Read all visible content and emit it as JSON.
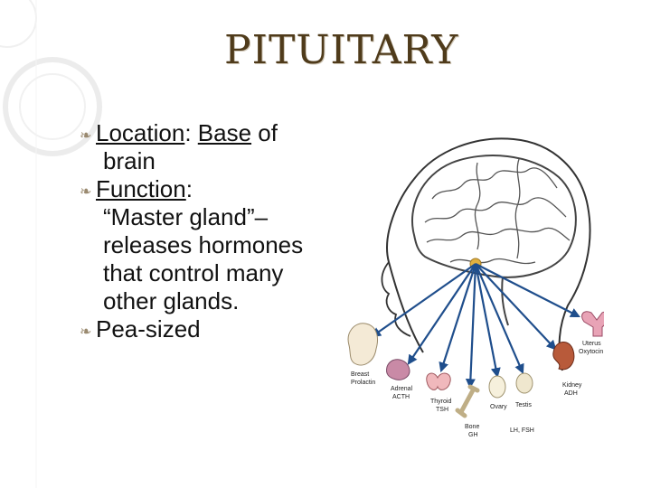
{
  "slide": {
    "title": "PITUITARY",
    "bullets": {
      "location_label": "Location",
      "location_colon": ":",
      "location_value_underlined": "Base",
      "location_value_rest": " of",
      "location_value_line2": "brain",
      "function_label": "Function",
      "function_colon": ":",
      "function_line1": "“Master gland”–",
      "function_line2": "releases hormones",
      "function_line3": "that control many",
      "function_line4": "other glands.",
      "size": "Pea-sized"
    }
  },
  "figure": {
    "labels": {
      "breast": "Breast",
      "breast_hormone": "Prolactin",
      "adrenal": "Adrenal",
      "adrenal_hormone": "ACTH",
      "thyroid": "Thyroid",
      "thyroid_hormone": "TSH",
      "bone": "Bone",
      "bone_hormone": "GH",
      "ovary": "Ovary",
      "testis": "Testis",
      "gonad_hormone": "LH, FSH",
      "kidney": "Kidney",
      "kidney_hormone": "ADH",
      "uterus": "Uterus",
      "uterus_hormone": "Oxytocin"
    },
    "colors": {
      "arrow": "#1f4e8c",
      "gland": "#e0b040"
    }
  }
}
